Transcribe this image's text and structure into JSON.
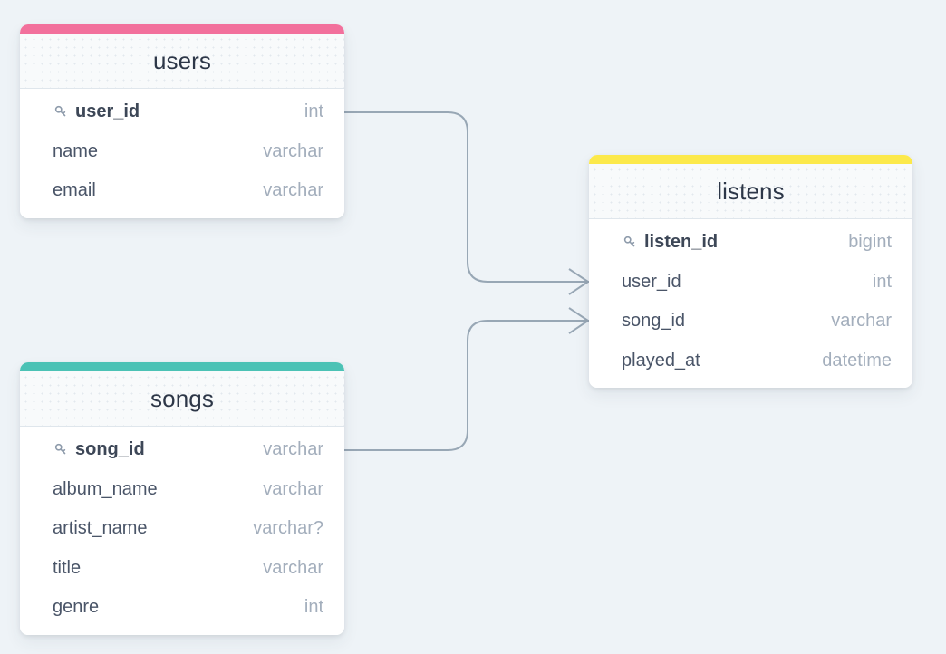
{
  "diagram": {
    "type": "entity-relationship-diagram",
    "background_color": "#eef3f7",
    "connector_color": "#98a7b5",
    "entities": [
      {
        "id": "users",
        "title": "users",
        "accent_color": "#f2709c",
        "fields": [
          {
            "name": "user_id",
            "type": "int",
            "primary_key": true,
            "key_icon": "key-icon"
          },
          {
            "name": "name",
            "type": "varchar",
            "primary_key": false
          },
          {
            "name": "email",
            "type": "varchar",
            "primary_key": false
          }
        ]
      },
      {
        "id": "songs",
        "title": "songs",
        "accent_color": "#4bc2b5",
        "fields": [
          {
            "name": "song_id",
            "type": "varchar",
            "primary_key": true,
            "key_icon": "key-icon"
          },
          {
            "name": "album_name",
            "type": "varchar",
            "primary_key": false
          },
          {
            "name": "artist_name",
            "type": "varchar?",
            "primary_key": false
          },
          {
            "name": "title",
            "type": "varchar",
            "primary_key": false
          },
          {
            "name": "genre",
            "type": "int",
            "primary_key": false
          }
        ]
      },
      {
        "id": "listens",
        "title": "listens",
        "accent_color": "#fce94b",
        "fields": [
          {
            "name": "listen_id",
            "type": "bigint",
            "primary_key": true,
            "key_icon": "key-icon"
          },
          {
            "name": "user_id",
            "type": "int",
            "primary_key": false
          },
          {
            "name": "song_id",
            "type": "varchar",
            "primary_key": false
          },
          {
            "name": "played_at",
            "type": "datetime",
            "primary_key": false
          }
        ]
      }
    ],
    "relationships": [
      {
        "id": "users-to-listens",
        "from_entity": "users",
        "from_field": "user_id",
        "to_entity": "listens",
        "to_field": "user_id",
        "cardinality": "one-to-many",
        "end_marker": "crows-foot"
      },
      {
        "id": "songs-to-listens",
        "from_entity": "songs",
        "from_field": "song_id",
        "to_entity": "listens",
        "to_field": "song_id",
        "cardinality": "one-to-many",
        "end_marker": "crows-foot"
      }
    ]
  }
}
